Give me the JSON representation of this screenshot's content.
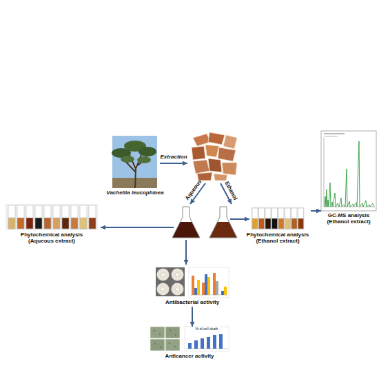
{
  "diagram": {
    "nodes": [
      {
        "text": [
          "Vachellia leucophloea"
        ]
      },
      {
        "text": [
          "Phytochemical analysis (Aqueous extract)"
        ]
      },
      {
        "text": [
          "Phytochemical analysis (Ethanol extract)"
        ]
      },
      {
        "text": [
          "GC-MS analysis (Ethanol extract)"
        ]
      },
      {
        "text": [
          "Antibacterial activity"
        ]
      },
      {
        "text": [
          "Anticancer activity"
        ]
      }
    ],
    "edges": [
      {
        "from": 2,
        "to": 3,
        "arrow": "to"
      },
      {
        "from": 4,
        "to": 5,
        "arrow": "to"
      }
    ],
    "labels": [
      "Extraction",
      "Aqueous",
      "Ethanol",
      "% of cell death"
    ]
  }
}
